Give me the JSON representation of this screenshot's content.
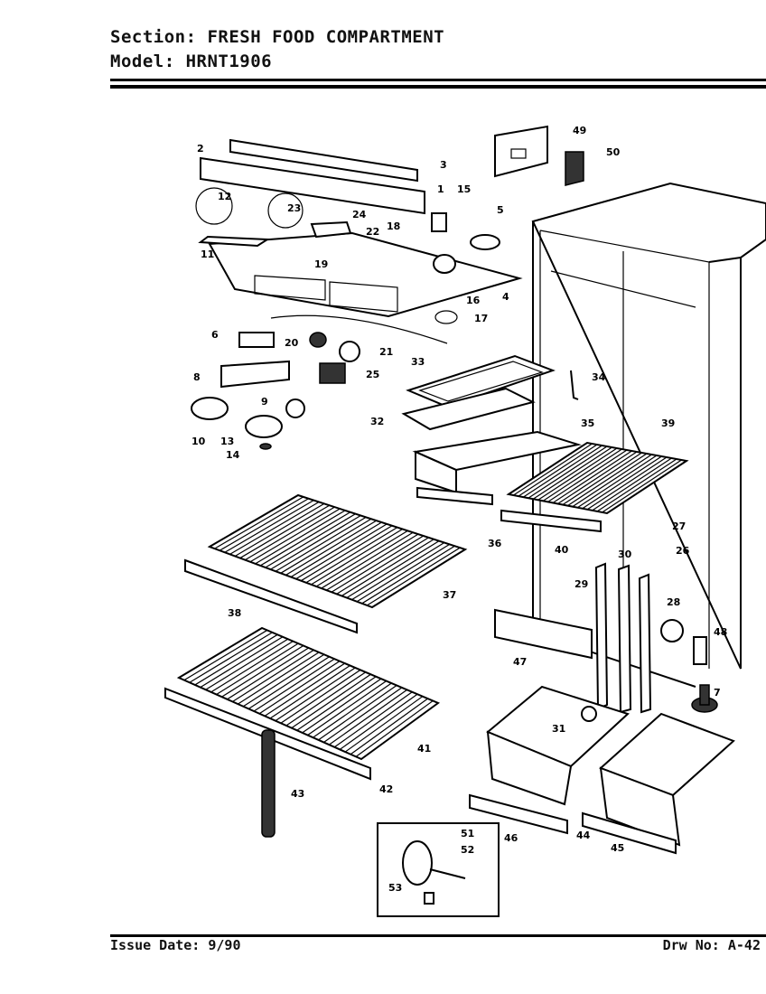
{
  "header": {
    "section_label": "Section:",
    "section_value": "FRESH FOOD COMPARTMENT",
    "model_label": "Model:",
    "model_value": "HRNT1906"
  },
  "footer": {
    "issue": "Issue Date: 9/90",
    "drawing": "Drw No: A-42"
  },
  "callouts": [
    "1",
    "2",
    "3",
    "4",
    "5",
    "6",
    "7",
    "8",
    "9",
    "10",
    "11",
    "12",
    "13",
    "14",
    "15",
    "16",
    "17",
    "18",
    "19",
    "20",
    "21",
    "22",
    "23",
    "24",
    "25",
    "26",
    "27",
    "28",
    "29",
    "30",
    "31",
    "32",
    "33",
    "34",
    "35",
    "36",
    "37",
    "38",
    "39",
    "40",
    "41",
    "42",
    "43",
    "44",
    "45",
    "46",
    "47",
    "48",
    "49",
    "50",
    "51",
    "52",
    "53"
  ]
}
